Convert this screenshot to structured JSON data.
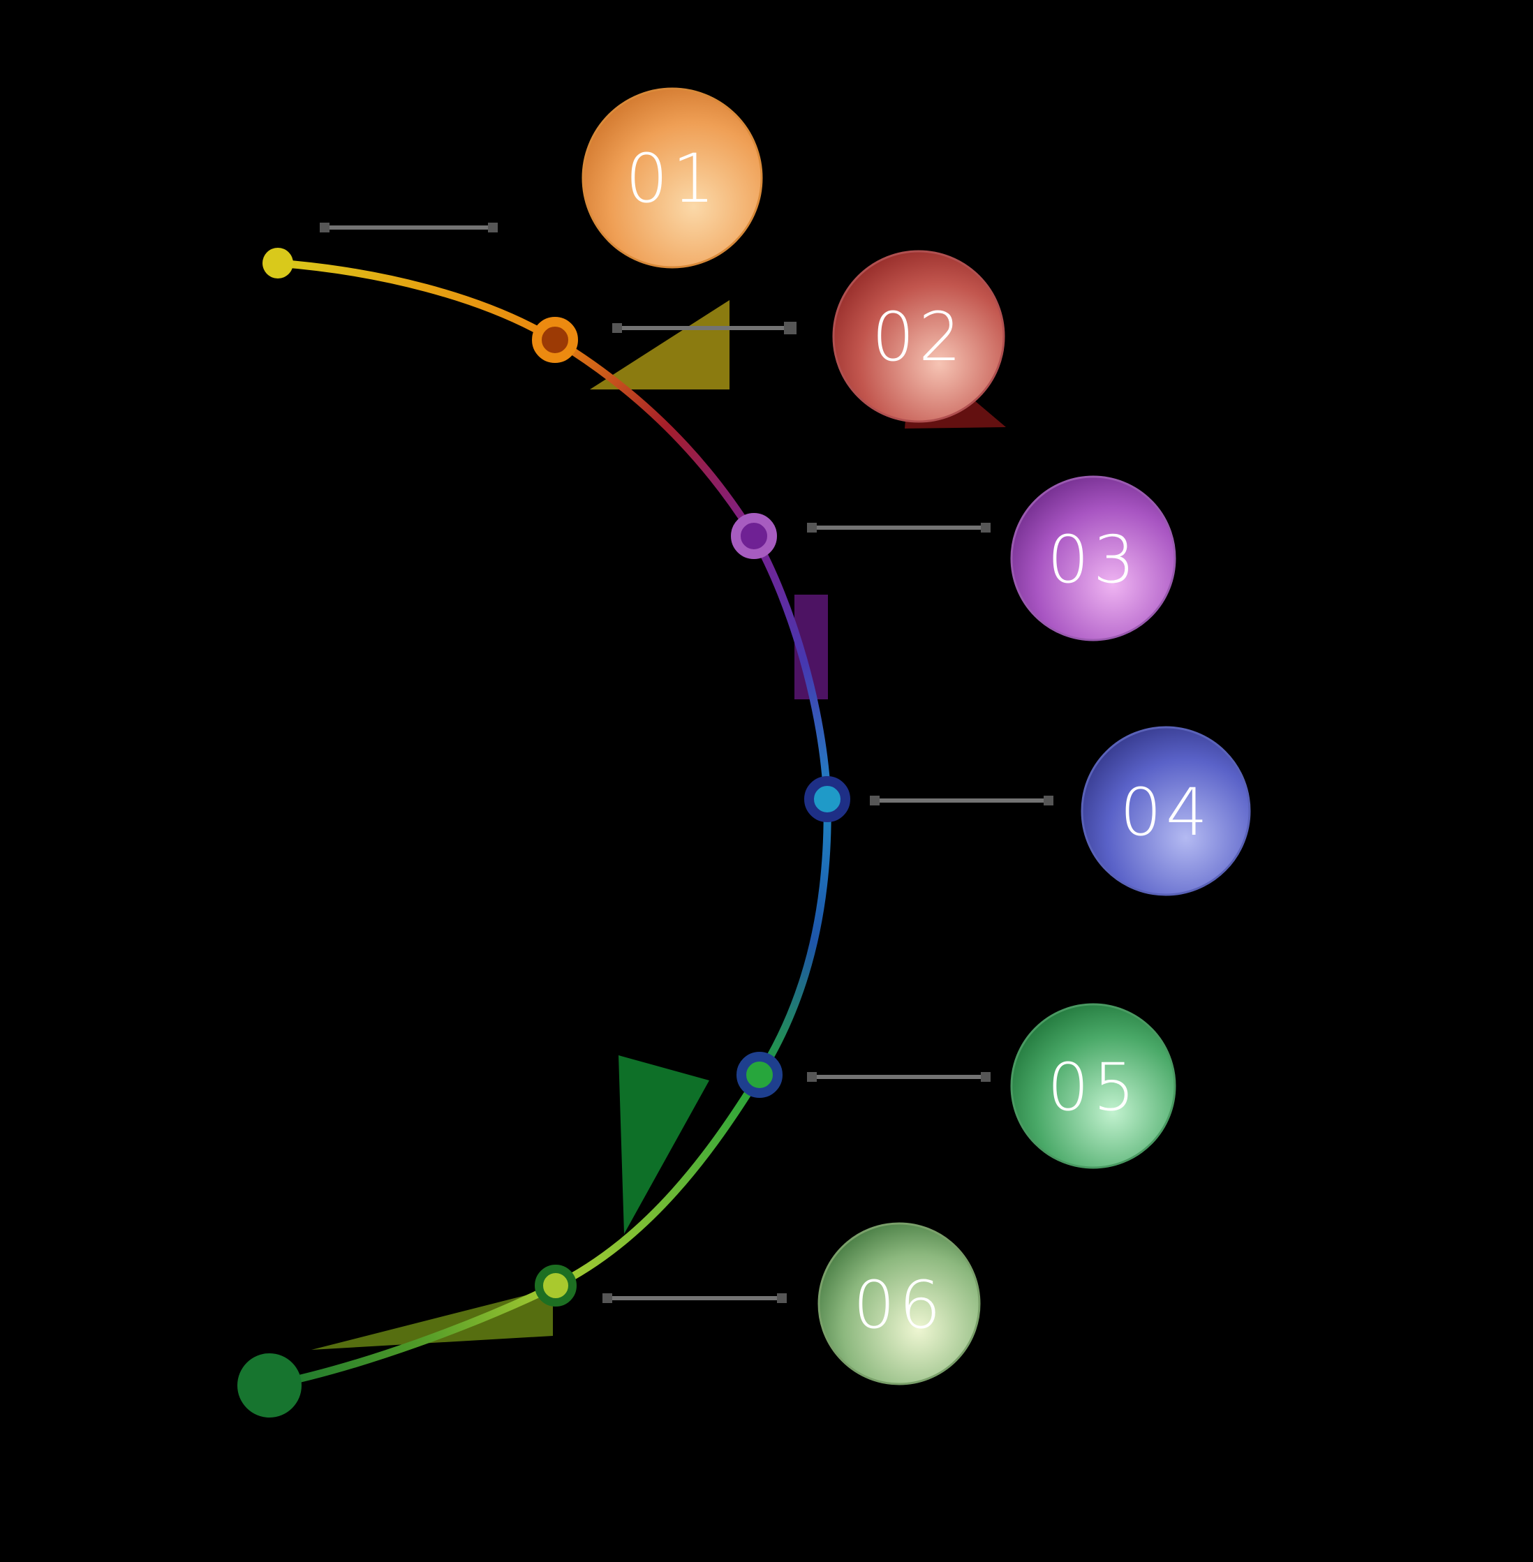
{
  "background": "#000000",
  "text_color": "#ffffff",
  "steps": [
    {
      "label": "01",
      "circle": {
        "light": "#fbd9a9",
        "mid": "#ef9f55",
        "dark": "#c2641a",
        "edge": "#d98a3a"
      }
    },
    {
      "label": "02",
      "circle": {
        "light": "#f6c4b4",
        "mid": "#c2564e",
        "dark": "#7e1616",
        "edge": "#b05050"
      }
    },
    {
      "label": "03",
      "circle": {
        "light": "#efb4f2",
        "mid": "#a855c2",
        "dark": "#581a74",
        "edge": "#9a5ab0"
      }
    },
    {
      "label": "04",
      "circle": {
        "light": "#b4baf2",
        "mid": "#5a62c8",
        "dark": "#23256e",
        "edge": "#5a62b8"
      }
    },
    {
      "label": "05",
      "circle": {
        "light": "#c2f2cf",
        "mid": "#4aa968",
        "dark": "#0d5f26",
        "edge": "#4a9a62"
      }
    },
    {
      "label": "06",
      "circle": {
        "light": "#eef6d2",
        "mid": "#8cb87e",
        "dark": "#235c24",
        "edge": "#7aa06a"
      }
    }
  ],
  "nodes": [
    {
      "name": "start-dot",
      "fill": "#d9c91b"
    },
    {
      "name": "node-1",
      "ring": "#ec8a10",
      "fill": "#9c3a05"
    },
    {
      "name": "node-2",
      "ring": "#a75cc0",
      "fill": "#6f2194"
    },
    {
      "name": "node-3",
      "ring": "#1e2f86",
      "fill": "#1f9ac8"
    },
    {
      "name": "node-4",
      "ring": "#1e3f8e",
      "fill": "#27a63c"
    },
    {
      "name": "node-5",
      "ring": "#1d6f22",
      "fill": "#a9c92e"
    },
    {
      "name": "end-dot",
      "fill": "#17752f"
    }
  ],
  "curve": {
    "stroke_width": 11,
    "segments": [
      {
        "from": "#d9c91b",
        "mid": "#e6a312",
        "to": "#e8860f"
      },
      {
        "from": "#e8860f",
        "mid": "#a51e2a",
        "to": "#7a2090"
      },
      {
        "from": "#7a2090",
        "mid": "#4638b0",
        "to": "#1f86c4"
      },
      {
        "from": "#1f86c4",
        "mid": "#1e55aa",
        "to": "#23a23a"
      },
      {
        "from": "#23a23a",
        "mid": "#6ab836",
        "to": "#a8cc32"
      },
      {
        "from": "#a8cc32",
        "mid": "#4f9a28",
        "to": "#17752f"
      }
    ]
  },
  "connectors": {
    "line_color": "#737373",
    "cap_color": "#565656"
  },
  "decorations": [
    {
      "name": "mustard-wedge",
      "color": "#9a8812"
    },
    {
      "name": "maroon-wedge",
      "color": "#6e1212"
    },
    {
      "name": "purple-bar",
      "color": "#55156e"
    },
    {
      "name": "green-wedge",
      "color": "#0f7c2c"
    },
    {
      "name": "olive-wedge",
      "color": "#5f7a12"
    }
  ]
}
